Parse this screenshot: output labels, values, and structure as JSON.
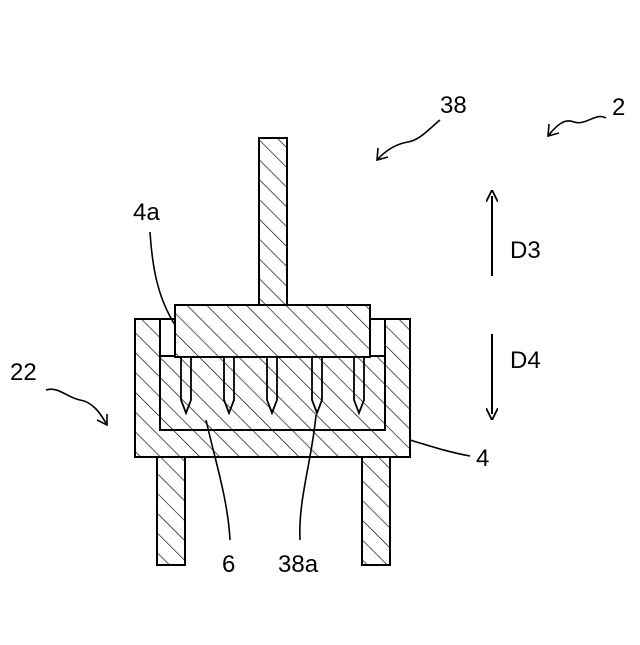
{
  "labels": {
    "assembly": "2",
    "pin_unit": "38",
    "base_unit": "22",
    "recess": "4a",
    "base": "4",
    "carrier": "6",
    "pin": "38a",
    "dir_up": "D3",
    "dir_down": "D4"
  },
  "colors": {
    "stroke": "#000000",
    "background": "#ffffff"
  }
}
